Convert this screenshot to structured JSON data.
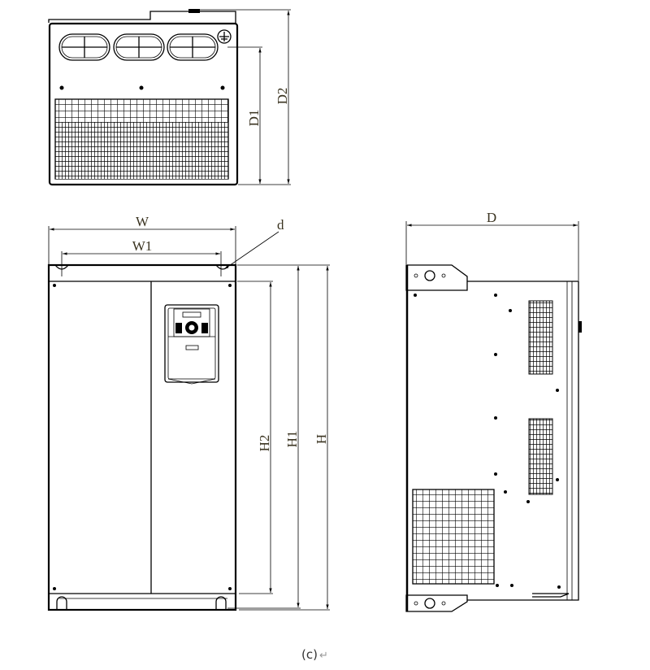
{
  "labels": {
    "d1": "D1",
    "d2": "D2",
    "w": "W",
    "w1": "W1",
    "d_small": "d",
    "d": "D",
    "h": "H",
    "h1": "H1",
    "h2": "H2"
  },
  "caption": {
    "text": "(c)",
    "return_mark": "↵"
  },
  "colors": {
    "line": "#000000",
    "label": "#3a3320"
  }
}
